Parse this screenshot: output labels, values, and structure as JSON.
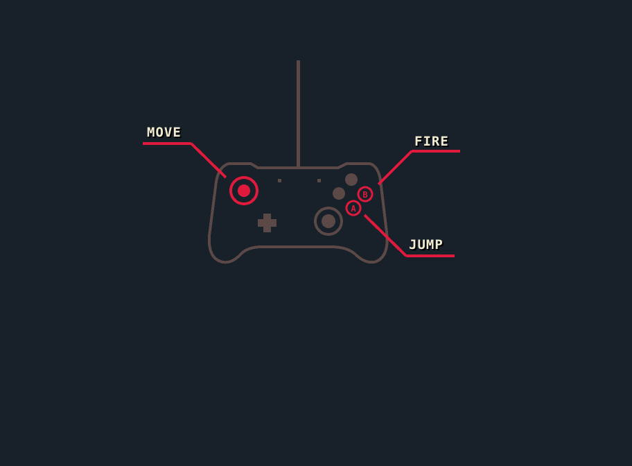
{
  "labels": {
    "move": "MOVE",
    "fire": "FIRE",
    "jump": "JUMP"
  },
  "buttons": {
    "a": "A",
    "b": "B"
  },
  "colors": {
    "background": "#18202a",
    "controller_outline": "#5a4947",
    "highlight": "#e01a3c",
    "label_text": "#f2ecd2"
  },
  "icons": {
    "controller": "gamepad-icon",
    "left_stick": "analog-stick-icon",
    "dpad": "dpad-icon",
    "right_stick": "analog-stick-icon"
  }
}
